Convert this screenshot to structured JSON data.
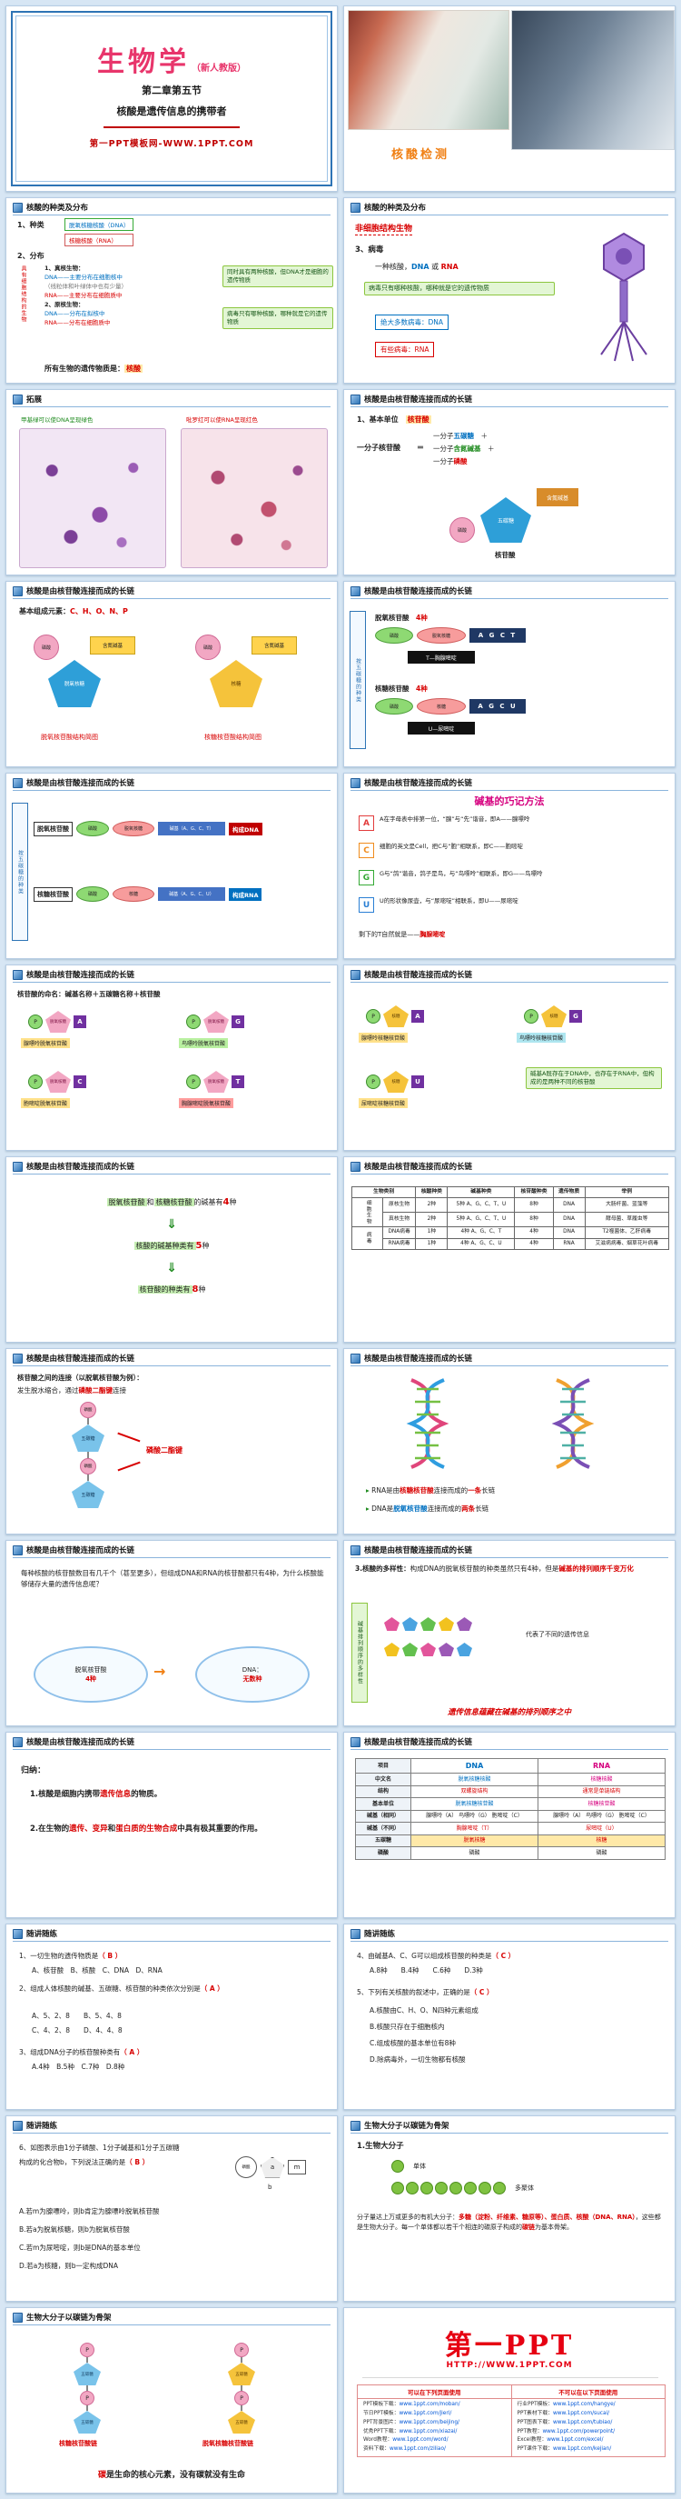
{
  "sym": {
    "plus": "＋",
    "eq": "＝",
    "darr": "⇓",
    "rarr": "→",
    "bullet": "▸"
  },
  "s1": {
    "title": "生物学",
    "edition": "（新人教版）",
    "chapter": "第二章第五节",
    "topic": "核酸是遗传信息的携带者",
    "site": "第一PPT模板网-WWW.1PPT.COM"
  },
  "s2": {
    "caption": "核酸检测"
  },
  "s3": {
    "header": "核酸的种类及分布",
    "k1": "1、种类",
    "dna": "脱氧核糖核酸（DNA）",
    "rna": "核糖核酸（RNA）",
    "k2": "2、分布",
    "side": "具有细胞结构的生物",
    "e1": "1、真核生物：",
    "e1a": "DNA——主要分布在细胞核中",
    "e1b": "（线粒体和叶绿体中也有少量）",
    "e1c": "RNA——主要分布在细胞质中",
    "e2": "2、原核生物：",
    "e2a": "DNA——分布在拟核中",
    "e2b": "RNA——分布在细胞质中",
    "note1": "同时具有两种核酸，但DNA才是细胞的遗传物质",
    "note2": "病毒只有哪种核酸，哪种就是它的遗传物质",
    "suma": "所有生物的遗传物质是：",
    "sumb": "核酸"
  },
  "s4": {
    "header": "核酸的种类及分布",
    "t0": "非细胞结构生物",
    "k3": "3、病毒",
    "la": "一种核酸，",
    "lb": "DNA",
    "lc": " 或 ",
    "ld": "RNA",
    "note": "病毒只有哪种核酸，哪种就是它的遗传物质",
    "b1": "绝大多数病毒：DNA",
    "b2": "有些病毒：RNA"
  },
  "s5": {
    "header": "拓展",
    "cap1": "甲基绿可以使DNA呈现绿色",
    "cap2": "吡罗红可以使RNA呈现红色"
  },
  "s6": {
    "header": "核酸是由核苷酸连接而成的长链",
    "k": "1、基本单位",
    "kh": "核苷酸",
    "eqL": "一分子核苷酸",
    "r1": "一分子",
    "r1h": "五碳糖",
    "r2": "一分子",
    "r2h": "含氮碱基",
    "r3": "一分子",
    "r3h": "磷酸",
    "dsugar": "五碳糖",
    "dbase": "含氮碱基",
    "dp": "磷酸",
    "dlbl": "核苷酸"
  },
  "s7": {
    "header": "核酸是由核苷酸连接而成的长链",
    "t": "基本组成元素：",
    "th": "C、H、O、N、P",
    "p": "磷酸",
    "base": "含氮碱基",
    "sugar1": "脱氧核糖",
    "sugar2": "核糖",
    "lbl1": "脱氧核苷酸结构简图",
    "lbl2": "核糖核苷酸结构简图"
  },
  "s8": {
    "header": "核酸是由核苷酸连接而成的长链",
    "side": "按五碳糖的种类",
    "g1": "脱氧核苷酸",
    "g1n": "4种",
    "p": "磷酸",
    "sugar1": "脱氧核糖",
    "letters1": "A G C T",
    "note1": "T—胸腺嘧啶",
    "g2": "核糖核苷酸",
    "g2n": "4种",
    "sugar2": "核糖",
    "letters2": "A G C U",
    "note2": "U—尿嘧啶"
  },
  "s9": {
    "header": "核酸是由核苷酸连接而成的长链",
    "side": "按五碳糖的种类",
    "g1": "脱氧核苷酸",
    "p": "磷酸",
    "sugar1": "脱氧核糖",
    "base1": "碱基（A、G、C、T）",
    "r1": "构成DNA",
    "g2": "核糖核苷酸",
    "sugar2": "核糖",
    "base2": "碱基（A、G、C、U）",
    "r2": "构成RNA"
  },
  "s10": {
    "header": "核酸是由核苷酸连接而成的长链",
    "title": "碱基的巧记方法",
    "items": [
      {
        "letter": "A",
        "text": "A在字母表中排第一位，“腺”与“先”谐音，即A——腺嘌呤"
      },
      {
        "letter": "C",
        "text": "细胞的英文是Cell，把C与“胞”相联系，即C——胞嘧啶"
      },
      {
        "letter": "G",
        "text": "G与“鸽”谐音，鸽子是鸟，与“鸟嘌呤”相联系，即G——鸟嘌呤"
      },
      {
        "letter": "U",
        "text": "U的形状像尿壶，与“尿嘧啶”相联系，即U——尿嘧啶"
      }
    ],
    "lasta": "剩下的T自然就是——",
    "lastb": "胸腺嘧啶"
  },
  "s11": {
    "header": "核酸是由核苷酸连接而成的长链",
    "t": "核苷酸的命名：碱基名称＋五碳糖名称＋核苷酸",
    "p": "P",
    "sugar": "脱氧核糖",
    "bA": "A",
    "bG": "G",
    "bC": "C",
    "bT": "T",
    "n1": "腺嘌呤脱氧核苷酸",
    "n2": "鸟嘌呤脱氧核苷酸",
    "n3": "胞嘧啶脱氧核苷酸",
    "n4": "胸腺嘧啶脱氧核苷酸"
  },
  "s12": {
    "header": "核酸是由核苷酸连接而成的长链",
    "p": "P",
    "sugar": "核糖",
    "bA": "A",
    "bG": "G",
    "bU": "U",
    "n1": "腺嘌呤核糖核苷酸",
    "n2": "鸟嘌呤核糖核苷酸",
    "n3": "尿嘧啶核糖核苷酸",
    "note": "碱基A既存在于DNA中，也存在于RNA中，但构成的是两种不同的核苷酸"
  },
  "s13": {
    "header": "核酸是由核苷酸连接而成的长链",
    "l1a": "脱氧核苷酸",
    "l1and": "和",
    "l1b": "核糖核苷酸",
    "l1c": "的碱基有",
    "l1n": "4",
    "l1d": "种",
    "l2a": "核酸的碱基种类有",
    "l2n": "5",
    "l2b": "种",
    "l3a": "核苷酸的种类有",
    "l3n": "8",
    "l3b": "种"
  },
  "s14": {
    "header": "核酸是由核苷酸连接而成的长链",
    "cols": [
      "生物类别",
      "核酸种类",
      "碱基种类",
      "核苷酸种类",
      "遗传物质",
      "举例"
    ],
    "grp1": "细胞生物",
    "grp2": "病毒",
    "rows": [
      [
        "原核生物",
        "2种",
        "5种 A、G、C、T、U",
        "8种",
        "DNA",
        "大肠杆菌、蓝藻等"
      ],
      [
        "真核生物",
        "2种",
        "5种 A、G、C、T、U",
        "8种",
        "DNA",
        "酵母菌、草履虫等"
      ],
      [
        "DNA病毒",
        "1种",
        "4种 A、G、C、T",
        "4种",
        "DNA",
        "T2噬菌体、乙肝病毒"
      ],
      [
        "RNA病毒",
        "1种",
        "4种 A、G、C、U",
        "4种",
        "RNA",
        "艾滋病病毒、烟草花叶病毒"
      ]
    ]
  },
  "s15": {
    "header": "核酸是由核苷酸连接而成的长链",
    "t1": "核苷酸之间的连接（以脱氧核苷酸为例）：",
    "t2a": "发生脱水缩合，通过",
    "t2h": "磷酸二酯键",
    "t2b": "连接",
    "lbl": "磷酸二酯键",
    "dp": "磷酸",
    "dsugar": "五碳糖"
  },
  "s16": {
    "header": "核酸是由核苷酸连接而成的长链",
    "b1a": "RNA是由",
    "b1h": "核糖核苷酸",
    "b1b": "连接而成的",
    "b1n": "一条",
    "b1c": "长链",
    "b2a": "DNA是",
    "b2h": "脱氧核苷酸",
    "b2b": "连接而成的",
    "b2n": "两条",
    "b2c": "长链"
  },
  "s17": {
    "header": "核酸是由核苷酸连接而成的长链",
    "para": "每种核酸的核苷酸数目有几千个（甚至更多），但组成DNA和RNA的核苷酸都只有4种，为什么核酸能够储存大量的遗传信息呢？",
    "c1a": "脱氧核苷酸",
    "c1b": "4种",
    "c2a": "DNA：",
    "c2b": "无数种"
  },
  "s18": {
    "header": "核酸是由核苷酸连接而成的长链",
    "t1": "3.核酸的多样性：",
    "t2a": "构成DNA的脱氧核苷酸的种类虽然只有4种，但是",
    "t2h": "碱基的排列顺序千变万化",
    "side": "碱基排列顺序的多样性",
    "mid": "代表了不同的遗传信息",
    "bottom": "遗传信息蕴藏在碱基的排列顺序之中"
  },
  "s19": {
    "header": "核酸是由核苷酸连接而成的长链",
    "t": "归纳：",
    "p1a": "1.核酸是细胞内携带",
    "p1h": "遗传信息",
    "p1b": "的物质。",
    "p2a": "2.在生物的",
    "p2h1": "遗传、变异",
    "p2b": "和",
    "p2h2": "蛋白质的生物合成",
    "p2c": "中具有极其重要的作用。"
  },
  "s20": {
    "header": "核酸是由核苷酸连接而成的长链",
    "col0": "项目",
    "col1": "DNA",
    "col2": "RNA",
    "rows": [
      [
        "中文名",
        "脱氧核糖核酸",
        "核糖核酸"
      ],
      [
        "结构",
        "双螺旋结构",
        "通常是单链结构"
      ],
      [
        "基本单位",
        "脱氧核糖核苷酸",
        "核糖核苷酸"
      ],
      [
        "碱基（相同）",
        "腺嘌呤（A） 鸟嘌呤（G） 胞嘧啶（C）",
        "腺嘌呤（A） 鸟嘌呤（G） 胞嘧啶（C）"
      ],
      [
        "碱基（不同）",
        "胸腺嘧啶（T）",
        "尿嘧啶（U）"
      ],
      [
        "五碳糖",
        "脱氧核糖",
        "核糖"
      ],
      [
        "磷酸",
        "磷酸",
        "磷酸"
      ]
    ]
  },
  "s21": {
    "header": "随讲随练",
    "q1": "1、一切生物的遗传物质是",
    "a1": "（ B ）",
    "q1o": "A、核苷酸　B、核酸　C、DNA　D、RNA",
    "q2": "2、组成人体核酸的碱基、五碳糖、核苷酸的种类依次分别是",
    "a2": "（ A ）",
    "q2o1": "A、5、2、8　　B、5、4、8",
    "q2o2": "C、4、2、8　　D、4、4、8",
    "q3": "3、组成DNA分子的核苷酸种类有",
    "a3": "（ A ）",
    "q3o": "A.4种　B.5种　C.7种　D.8种"
  },
  "s22": {
    "header": "随讲随练",
    "q4": "4、由碱基A、C、G可以组成核苷酸的种类是",
    "a4": "（ C ）",
    "q4o": "A.8种　　B.4种　　C.6种　　D.3种",
    "q5": "5、下列有关核酸的叙述中，正确的是",
    "a5": "（ C ）",
    "q5a": "A.核酸由C、H、O、N四种元素组成",
    "q5b": "B.核酸只存在于细胞核内",
    "q5c": "C.组成核酸的基本单位有8种",
    "q5d": "D.除病毒外，一切生物都有核酸"
  },
  "s23": {
    "header": "随讲随练",
    "q6a": "6、如图表示由1分子磷酸、1分子碱基和1分子五碳糖",
    "q6b": "构成的化合物b，下列说法正确的是",
    "a6": "（ B ）",
    "o1": "A.若m为腺嘌呤，则b肯定为腺嘌呤脱氧核苷酸",
    "o2": "B.若a为脱氧核糖，则b为脱氧核苷酸",
    "o3": "C.若m为尿嘧啶，则b是DNA的基本单位",
    "o4": "D.若a为核糖，则b一定构成DNA",
    "dp": "磷酸",
    "da": "a",
    "dm": "m",
    "db": "b"
  },
  "s24": {
    "header": "生物大分子以碳链为骨架",
    "t1": "1.生物大分子",
    "lbl1": "单体",
    "lbl2": "多聚体",
    "pa": "分子量达上万或更多的有机大分子：",
    "ph1": "多糖（淀粉、纤维素、糖原等）、蛋白质、核酸（DNA、RNA）",
    "pb": "，这些都是生物大分子。每一个单体都以若干个相连的碳原子构成的",
    "ph2": "碳链",
    "pc": "为基本骨架。"
  },
  "s25": {
    "header": "生物大分子以碳链为骨架",
    "lbl1": "核糖核苷酸链",
    "lbl2": "脱氧核糖核苷酸链",
    "b1": "碳",
    "b2": "是生命的核心元素，没有碳就没有生命",
    "dp": "P",
    "dsugar": "五碳糖"
  },
  "s26": {
    "logo": "第一PPT",
    "url": "HTTP://WWW.1PPT.COM",
    "h1": "可以在下列页面使用",
    "h2": "不可以在以下页面使用",
    "left": [
      {
        "t": "PPT模板下载：",
        "u": "www.1ppt.com/moban/"
      },
      {
        "t": "节日PPT模板：",
        "u": "www.1ppt.com/jieri/"
      },
      {
        "t": "PPT背景图片：",
        "u": "www.1ppt.com/beijing/"
      },
      {
        "t": "优秀PPT下载：",
        "u": "www.1ppt.com/xiazai/"
      },
      {
        "t": "Word教程：",
        "u": "www.1ppt.com/word/"
      },
      {
        "t": "资料下载：",
        "u": "www.1ppt.com/ziliao/"
      }
    ],
    "right": [
      {
        "t": "行业PPT模板：",
        "u": "www.1ppt.com/hangye/"
      },
      {
        "t": "PPT素材下载：",
        "u": "www.1ppt.com/sucai/"
      },
      {
        "t": "PPT图表下载：",
        "u": "www.1ppt.com/tubiao/"
      },
      {
        "t": "PPT教程：",
        "u": "www.1ppt.com/powerpoint/"
      },
      {
        "t": "Excel教程：",
        "u": "www.1ppt.com/excel/"
      },
      {
        "t": "PPT课件下载：",
        "u": "www.1ppt.com/kejian/"
      }
    ]
  }
}
